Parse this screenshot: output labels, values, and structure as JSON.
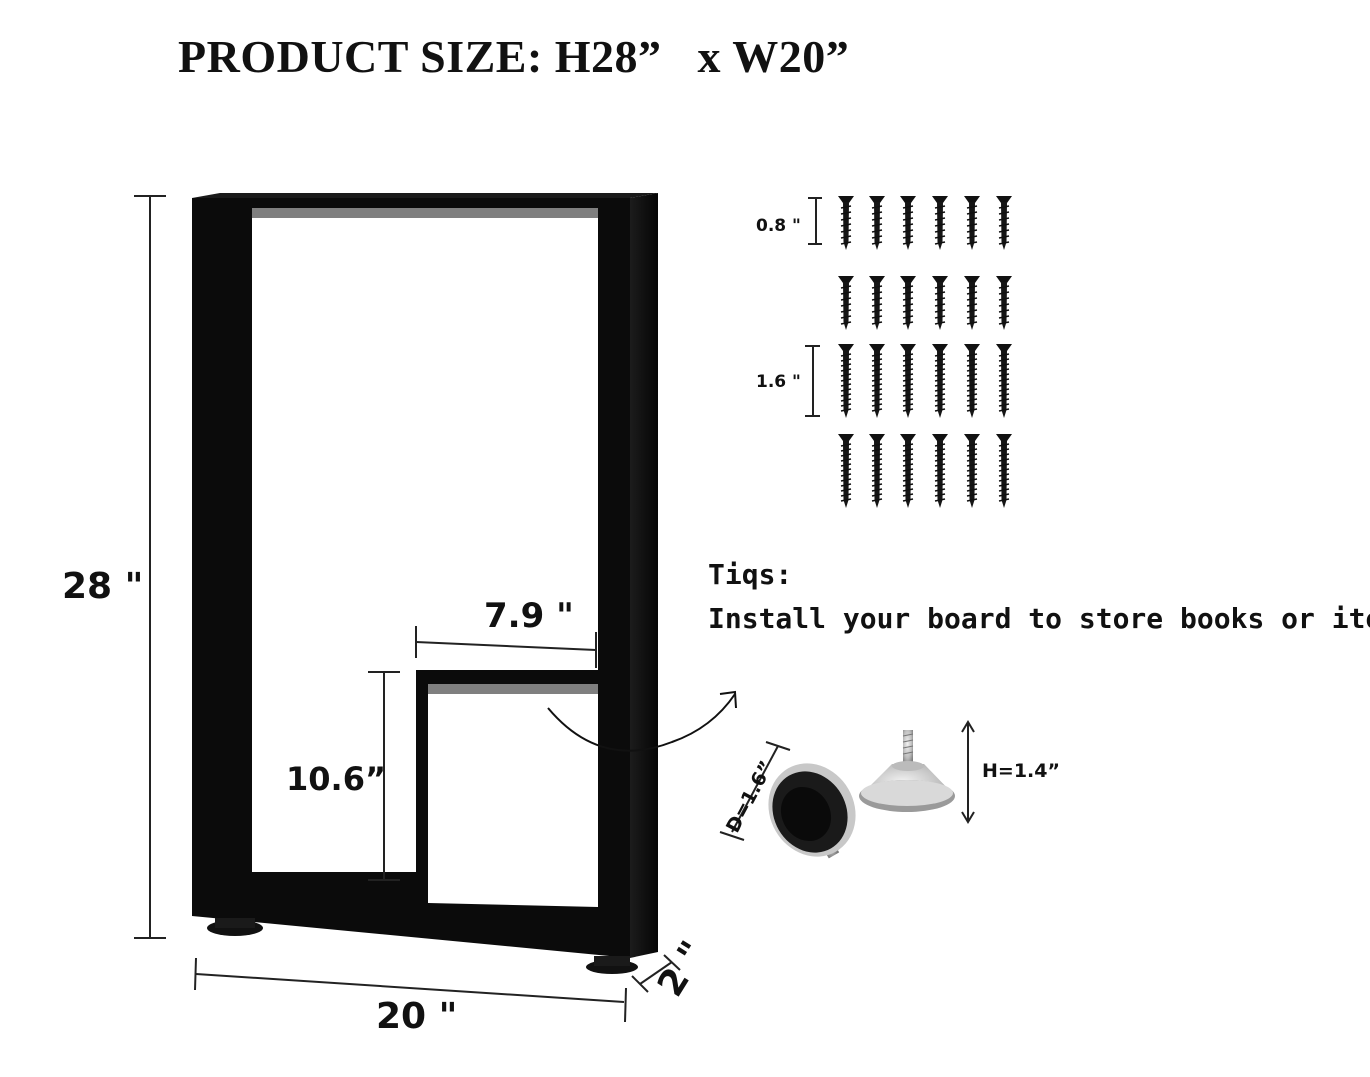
{
  "title": "PRODUCT SIZE: H28”   x W20”",
  "dimensions": {
    "height": "28 \"",
    "width": "20 \"",
    "depth": "2 \"",
    "shelf_width": "7.9 \"",
    "shelf_height": "10.6”"
  },
  "screws": {
    "short_label": "0.8 \"",
    "long_label": "1.6 \""
  },
  "tips": {
    "heading": "Tiqs:",
    "text": "Install your board to store books or items"
  },
  "foot": {
    "diameter": "D=1.6”",
    "height": "H=1.4”"
  },
  "colors": {
    "frame": "#0b0b0b",
    "line": "#222222"
  }
}
